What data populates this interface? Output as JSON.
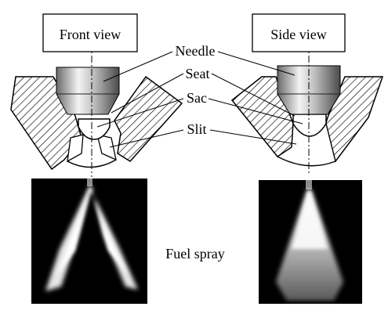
{
  "labels": {
    "front_view": "Front view",
    "side_view": "Side view",
    "needle": "Needle",
    "seat": "Seat",
    "sac": "Sac",
    "slit": "Slit",
    "fuel_spray": "Fuel spray"
  }
}
